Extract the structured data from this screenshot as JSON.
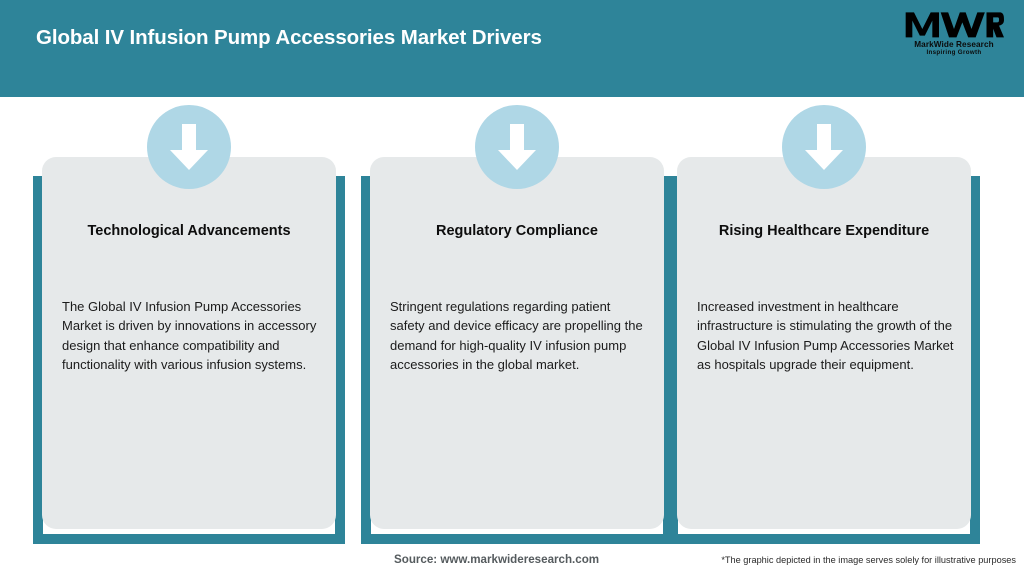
{
  "header": {
    "title": "Global IV Infusion Pump Accessories Market Drivers",
    "background_color": "#2E8499",
    "title_color": "#FFFFFF",
    "logo": {
      "mark": "MWR",
      "name": "MarkWide Research",
      "tagline": "Inspiring Growth"
    }
  },
  "theme": {
    "teal": "#2E8499",
    "badge_blue": "#AFD7E6",
    "card_background": "#E6E9EA",
    "arrow_color": "#FFFFFF"
  },
  "cards": [
    {
      "icon": "down-arrow-icon",
      "title": "Technological Advancements",
      "body": "The Global IV Infusion Pump Accessories Market is driven by innovations in accessory design that enhance compatibility and functionality with various infusion systems."
    },
    {
      "icon": "down-arrow-icon",
      "title": "Regulatory Compliance",
      "body": "Stringent regulations regarding patient safety and device efficacy are propelling the demand for high-quality IV infusion pump accessories in the global market."
    },
    {
      "icon": "down-arrow-icon",
      "title": "Rising Healthcare Expenditure",
      "body": "Increased investment in healthcare infrastructure is stimulating the growth of the Global IV Infusion Pump Accessories Market as hospitals upgrade their equipment."
    }
  ],
  "footer": {
    "source": "Source: www.markwideresearch.com",
    "disclaimer": "*The graphic depicted in the image serves solely for illustrative purposes"
  }
}
